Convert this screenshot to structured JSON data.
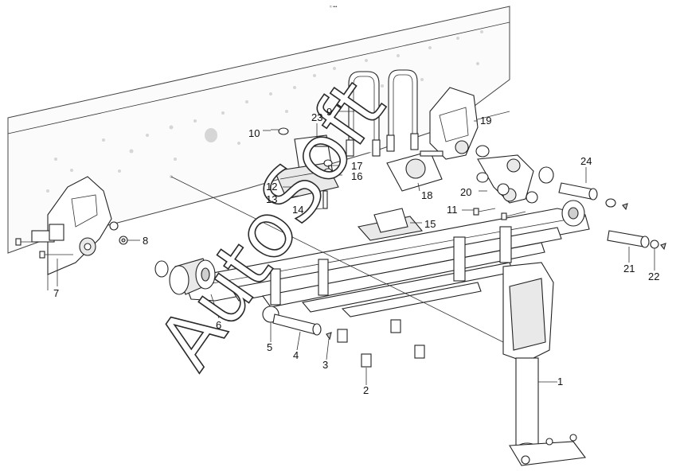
{
  "diagram": {
    "header_mark": "≈ •••",
    "watermark": "AutoSoft",
    "callouts": [
      {
        "id": "c1",
        "text": "1"
      },
      {
        "id": "c2",
        "text": "2"
      },
      {
        "id": "c3",
        "text": "3"
      },
      {
        "id": "c4",
        "text": "4"
      },
      {
        "id": "c5",
        "text": "5"
      },
      {
        "id": "c6",
        "text": "6"
      },
      {
        "id": "c7",
        "text": "7"
      },
      {
        "id": "c8",
        "text": "8"
      },
      {
        "id": "c9",
        "text": "9"
      },
      {
        "id": "c10",
        "text": "10"
      },
      {
        "id": "c11",
        "text": "11"
      },
      {
        "id": "c12",
        "text": "12"
      },
      {
        "id": "c13",
        "text": "13"
      },
      {
        "id": "c14",
        "text": "14"
      },
      {
        "id": "c15",
        "text": "15"
      },
      {
        "id": "c16",
        "text": "16"
      },
      {
        "id": "c17",
        "text": "17"
      },
      {
        "id": "c18",
        "text": "18"
      },
      {
        "id": "c19",
        "text": "19"
      },
      {
        "id": "c20",
        "text": "20"
      },
      {
        "id": "c21",
        "text": "21"
      },
      {
        "id": "c22",
        "text": "22"
      },
      {
        "id": "c23",
        "text": "23"
      },
      {
        "id": "c24",
        "text": "24"
      }
    ]
  }
}
